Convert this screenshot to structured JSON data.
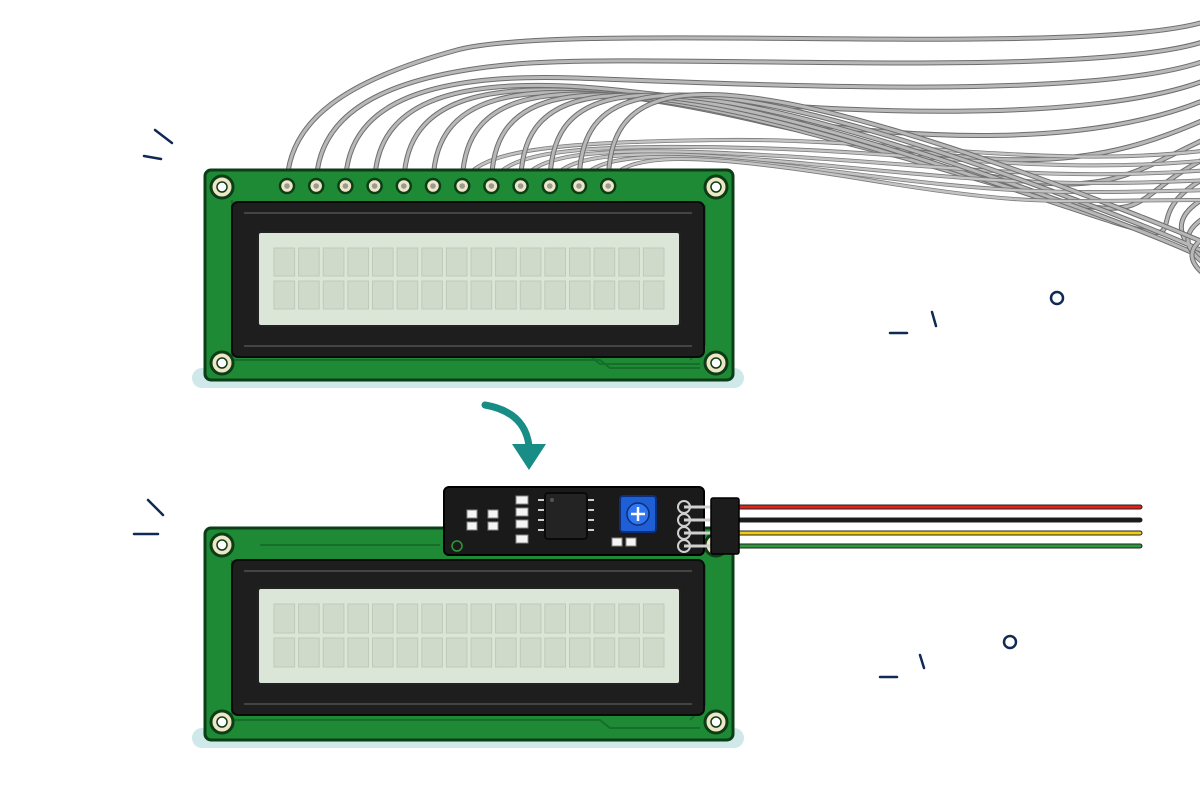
{
  "lcd_top": {
    "columns": 16,
    "rows": 2,
    "header_pins": 12
  },
  "lcd_bottom": {
    "columns": 16,
    "rows": 2
  },
  "i2c_module": {
    "output_pins": 4
  },
  "wires": {
    "colors": [
      "#e0221b",
      "#1a1a1a",
      "#f2cc13",
      "#2a9a3a"
    ]
  },
  "colors": {
    "pcb_green": "#1f8a35",
    "pcb_dark_green": "#0f5a20",
    "bezel": "#1e1e1e",
    "screen": "#dbe5d8",
    "char_cell": "#cfdacb",
    "shadow": "#cfe8ea",
    "module_board": "#1a1a1a",
    "potentiometer": "#1e5fd6",
    "arrow": "#178d86",
    "doodle": "#0e2a55",
    "ribbon_wire": "#b8b8b8"
  },
  "icons": {
    "transform_arrow": "curved-arrow-icon",
    "trim_pot": "potentiometer-icon"
  }
}
